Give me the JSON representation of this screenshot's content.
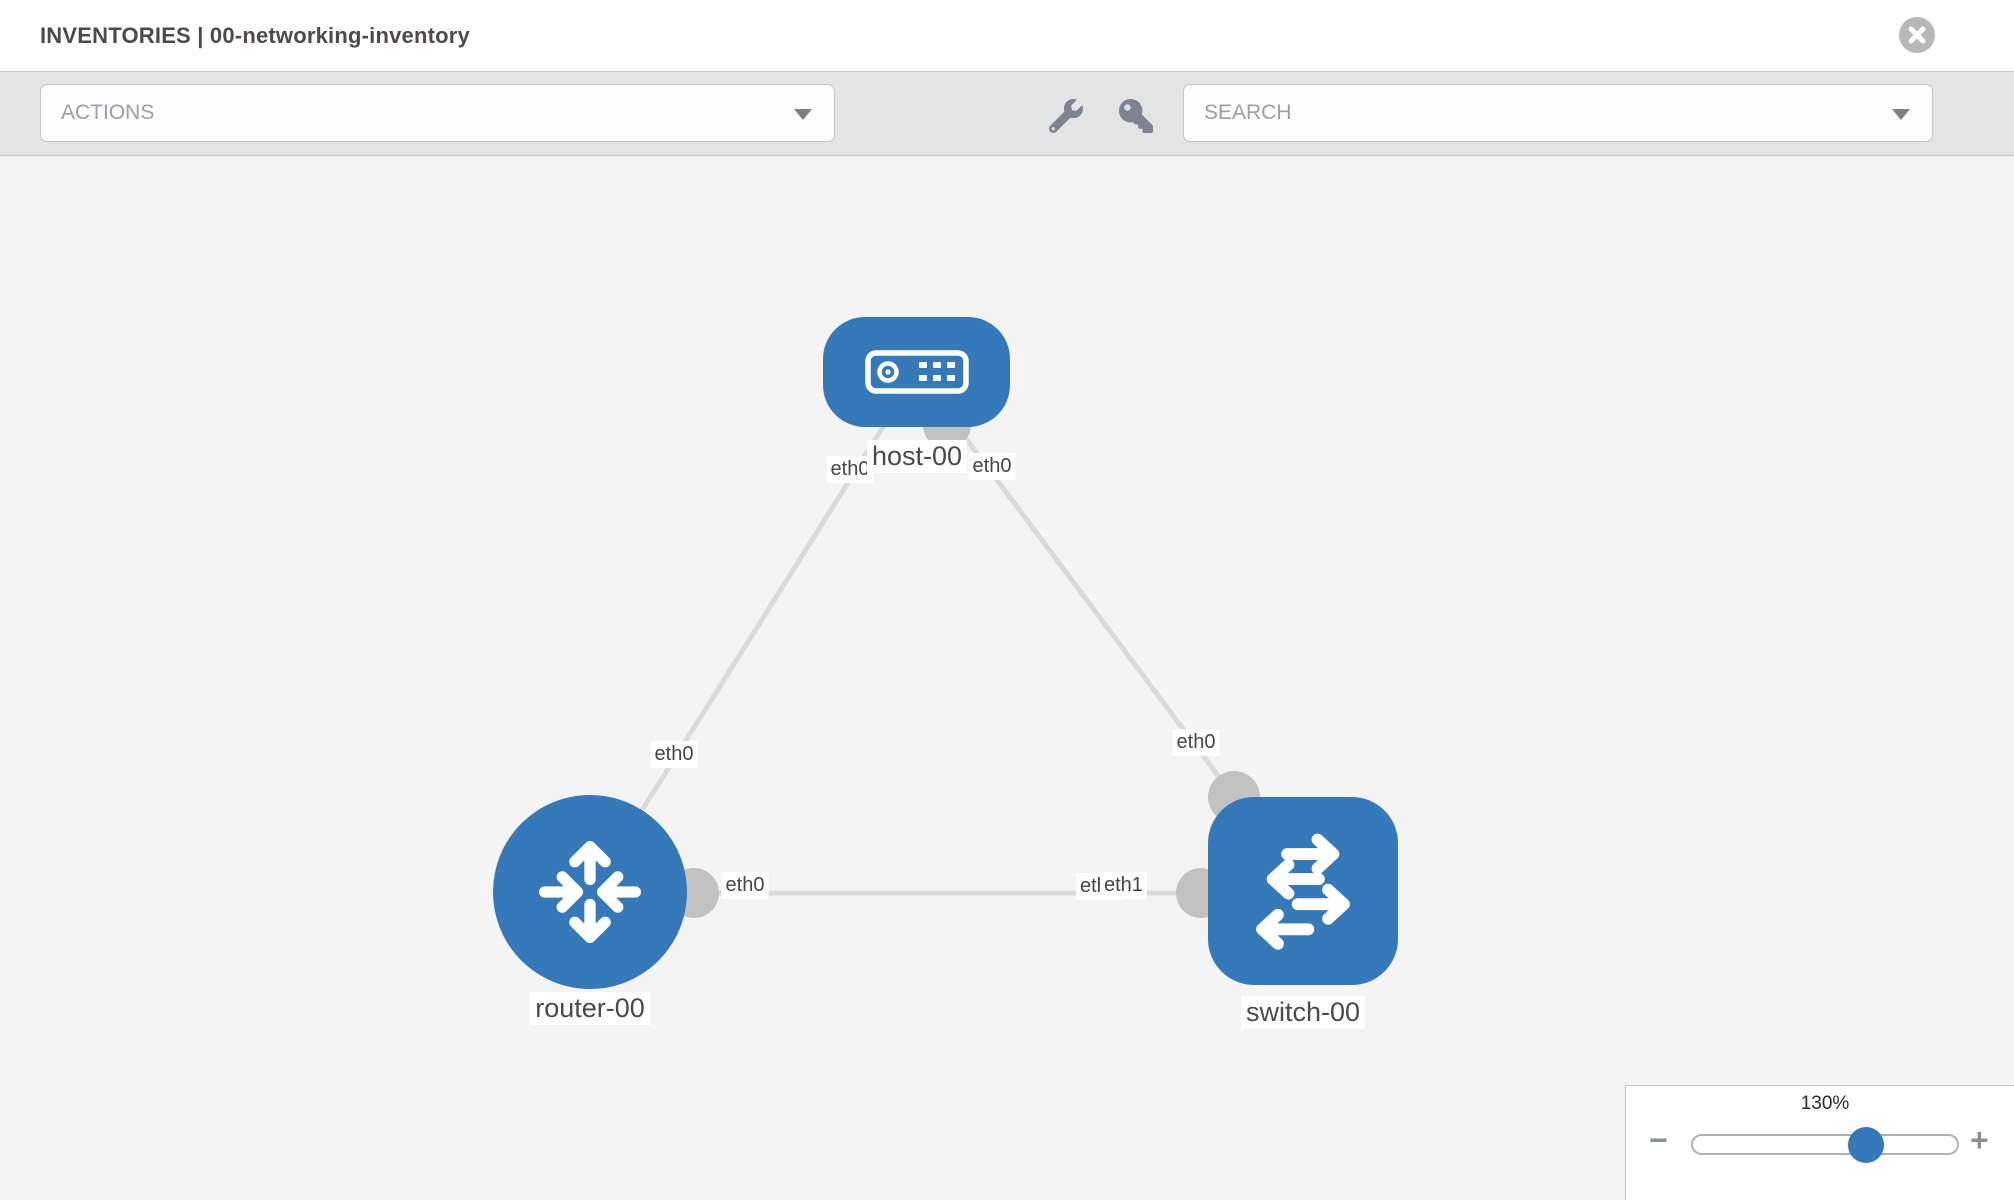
{
  "header": {
    "title": "INVENTORIES | 00-networking-inventory"
  },
  "toolbar": {
    "actions_label": "ACTIONS",
    "search_label": "SEARCH"
  },
  "diagram": {
    "nodes": [
      {
        "label": "host-00",
        "type": "host"
      },
      {
        "label": "router-00",
        "type": "router"
      },
      {
        "label": "switch-00",
        "type": "switch"
      }
    ],
    "links": [
      {
        "from": "host-00",
        "from_interface": "eth0",
        "to": "router-00",
        "to_interface": "eth0"
      },
      {
        "from": "host-00",
        "from_interface": "eth0",
        "to": "switch-00",
        "to_interface": "eth0"
      },
      {
        "from": "router-00",
        "from_interface": "eth0",
        "to": "switch-00",
        "to_interface": "eth1"
      }
    ],
    "interface_labels": [
      {
        "text": "eth0"
      },
      {
        "text": "eth0"
      },
      {
        "text": "eth0"
      },
      {
        "text": "eth0"
      },
      {
        "text": "eth0"
      },
      {
        "text": "eth0"
      },
      {
        "text": "eth1"
      }
    ]
  },
  "zoom_control": {
    "value": "130%",
    "minus": "−",
    "plus": "+"
  },
  "colors": {
    "node_blue": "#3579b8",
    "link_gray": "#dadada",
    "connector_gray": "#c2c2c2",
    "canvas_bg": "#f4f4f4",
    "toolbar_bg": "#e4e4e4",
    "icon_gray": "#7d8490"
  }
}
